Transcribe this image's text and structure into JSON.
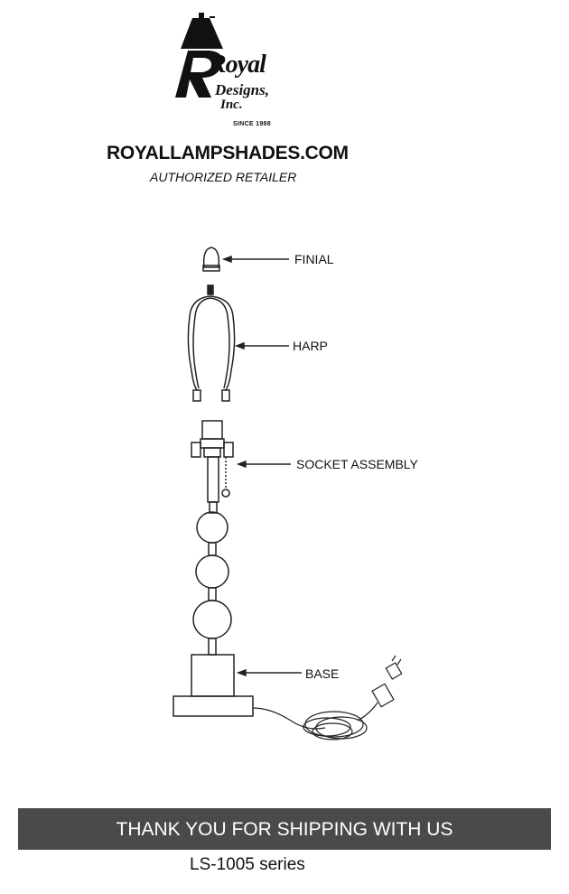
{
  "header": {
    "brand": {
      "royal": "Royal",
      "designs": "Designs,",
      "inc": "Inc.",
      "since": "SINCE 1988"
    },
    "website": "ROYALLAMPSHADES.COM",
    "retailer": "AUTHORIZED RETAILER"
  },
  "diagram": {
    "labels": {
      "finial": "FINIAL",
      "harp": "HARP",
      "socket": "SOCKET ASSEMBLY",
      "base": "BASE"
    }
  },
  "footer": {
    "banner": "THANK YOU FOR SHIPPING WITH US",
    "series": "LS-1005 series"
  },
  "colors": {
    "footer_bg": "#4a4a4a",
    "footer_text": "#ffffff"
  }
}
